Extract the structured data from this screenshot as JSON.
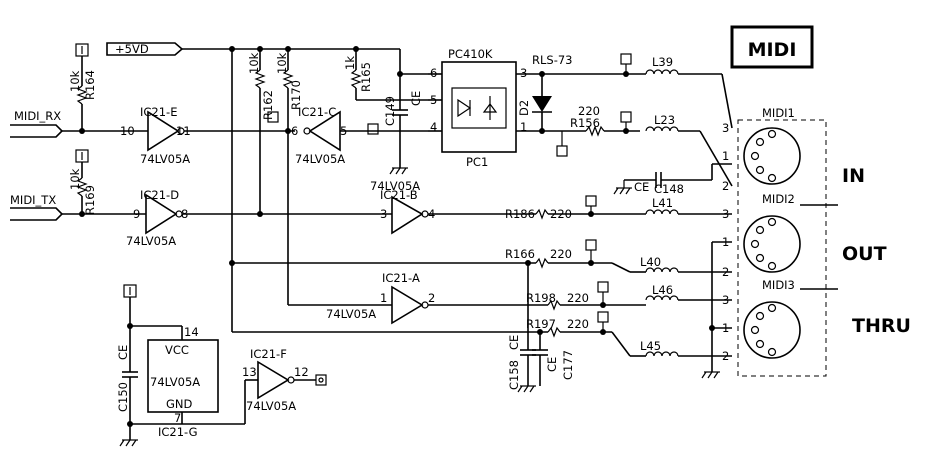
{
  "title": "MIDI",
  "supply": "+5VD",
  "ports": {
    "midi_rx": "MIDI_RX",
    "midi_tx": "MIDI_TX"
  },
  "resistors": {
    "r164": {
      "ref": "R164",
      "value": "10k"
    },
    "r169": {
      "ref": "R169",
      "value": "10k"
    },
    "r162": {
      "ref": "R162",
      "value": "10k"
    },
    "r170": {
      "ref": "R170",
      "value": "10k"
    },
    "r165": {
      "ref": "R165",
      "value": "1k"
    },
    "r156": {
      "ref": "R156",
      "value": "220"
    },
    "r186": {
      "ref": "R186",
      "value": "220"
    },
    "r166": {
      "ref": "R166",
      "value": "220"
    },
    "r198": {
      "ref": "R198",
      "value": "220"
    },
    "r197": {
      "ref": "R197",
      "value": "220"
    }
  },
  "capacitors": {
    "c149": {
      "ref": "C149",
      "type": "CE"
    },
    "c148": {
      "ref": "C148",
      "type": "CE"
    },
    "c158": {
      "ref": "C158",
      "type": "CE"
    },
    "c177": {
      "ref": "C177",
      "type": "CE"
    },
    "c150": {
      "ref": "C150",
      "type": "CE"
    }
  },
  "inductors": [
    "L39",
    "L23",
    "L41",
    "L40",
    "L46",
    "L45"
  ],
  "ic": {
    "part": "74LV05A",
    "gates": {
      "e": {
        "name": "IC21-E",
        "in": "10",
        "out": "11"
      },
      "c": {
        "name": "IC21-C",
        "in": "6",
        "out": "5"
      },
      "d": {
        "name": "IC21-D",
        "in": "9",
        "out": "8"
      },
      "b": {
        "name": "IC21-B",
        "in": "3",
        "out": "4"
      },
      "a": {
        "name": "IC21-A",
        "in": "1",
        "out": "2"
      },
      "f": {
        "name": "IC21-F",
        "in": "13",
        "out": "12"
      }
    },
    "power": {
      "name": "IC21-G",
      "vcc": "VCC",
      "gnd": "GND",
      "vcc_pin": "14",
      "gnd_pin": "7"
    },
    "standalone_part": "74LV05A"
  },
  "optocoupler": {
    "part": "PC410K",
    "ref": "PC1",
    "pins": [
      "6",
      "5",
      "4",
      "3",
      "1"
    ]
  },
  "diode": {
    "ref": "D2",
    "part": "RLS-73"
  },
  "connectors": [
    {
      "ref": "MIDI1",
      "label": "IN",
      "pins": [
        "3",
        "1",
        "2"
      ]
    },
    {
      "ref": "MIDI2",
      "label": "OUT",
      "pins": [
        "3",
        "1",
        "2"
      ]
    },
    {
      "ref": "MIDI3",
      "label": "THRU",
      "pins": [
        "3",
        "1",
        "2"
      ]
    }
  ]
}
